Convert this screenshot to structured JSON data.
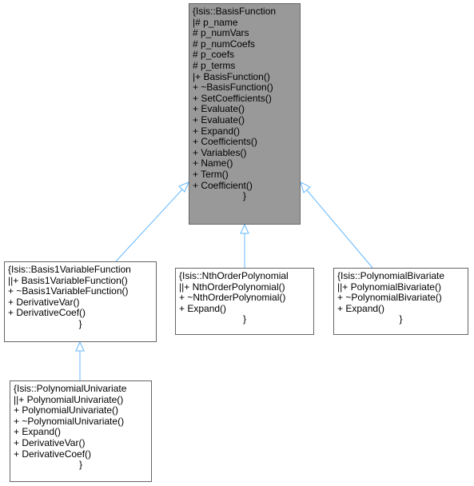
{
  "diagram": {
    "nodes": [
      {
        "id": "basis-function",
        "lines": [
          "{Isis::BasisFunction",
          "|# p_name",
          "# p_numVars",
          "# p_numCoefs",
          "# p_coefs",
          "# p_terms",
          "|+ BasisFunction()",
          "+ ~BasisFunction()",
          "+ SetCoefficients()",
          "+ Evaluate()",
          "+ Evaluate()",
          "+ Expand()",
          "+ Coefficients()",
          "+ Variables()",
          "+ Name()",
          "+ Term()",
          "+ Coefficient()",
          "}"
        ]
      },
      {
        "id": "basis1-variable-function",
        "lines": [
          "{Isis::Basis1VariableFunction",
          "||+ Basis1VariableFunction()",
          "+ ~Basis1VariableFunction()",
          "+ DerivativeVar()",
          "+ DerivativeCoef()",
          "}"
        ]
      },
      {
        "id": "nth-order-polynomial",
        "lines": [
          "{Isis::NthOrderPolynomial",
          "||+ NthOrderPolynomial()",
          "+ ~NthOrderPolynomial()",
          "+ Expand()",
          "}"
        ]
      },
      {
        "id": "polynomial-bivariate",
        "lines": [
          "{Isis::PolynomialBivariate",
          "||+ PolynomialBivariate()",
          "+ ~PolynomialBivariate()",
          "+ Expand()",
          "}"
        ]
      },
      {
        "id": "polynomial-univariate",
        "lines": [
          "{Isis::PolynomialUnivariate",
          "||+ PolynomialUnivariate()",
          "+ PolynomialUnivariate()",
          "+ ~PolynomialUnivariate()",
          "+ Expand()",
          "+ DerivativeVar()",
          "+ DerivativeCoef()",
          "}"
        ]
      }
    ],
    "edges": [
      {
        "from": "basis1-variable-function",
        "to": "basis-function"
      },
      {
        "from": "nth-order-polynomial",
        "to": "basis-function"
      },
      {
        "from": "polynomial-bivariate",
        "to": "basis-function"
      },
      {
        "from": "polynomial-univariate",
        "to": "basis1-variable-function"
      }
    ],
    "colors": {
      "base_fill": "#999999",
      "node_fill": "#ffffff",
      "node_border": "#666666",
      "edge": "#63b8ff"
    }
  }
}
